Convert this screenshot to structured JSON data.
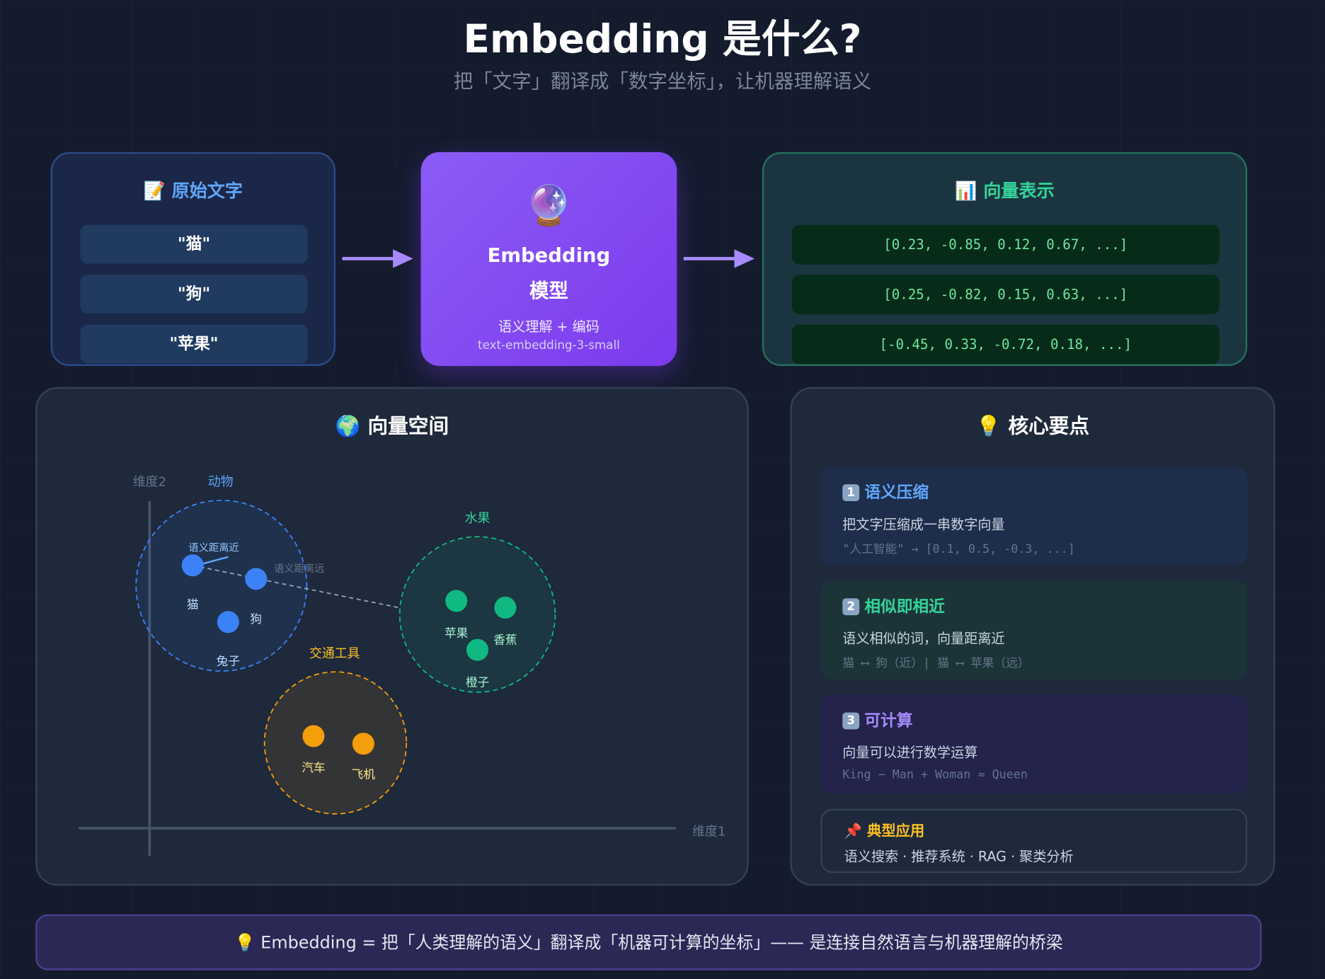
{
  "header": {
    "title": "Embedding 是什么?",
    "subtitle": "把「文字」翻译成「数字坐标」，让机器理解语义"
  },
  "input_box": {
    "icon": "memo-icon",
    "title": "原始文字",
    "words": [
      "\"猫\"",
      "\"狗\"",
      "\"苹果\""
    ]
  },
  "model_box": {
    "icon": "crystal-ball-icon",
    "title_line1": "Embedding",
    "title_line2": "模型",
    "desc": "语义理解 + 编码",
    "model_name": "text-embedding-3-small"
  },
  "vector_box": {
    "icon": "bar-chart-icon",
    "title": "向量表示",
    "vectors": [
      "[0.23, -0.85, 0.12, 0.67, ...]",
      "[0.25, -0.82, 0.15, 0.63, ...]",
      "[-0.45, 0.33, -0.72, 0.18, ...]"
    ]
  },
  "vector_space": {
    "icon": "globe-icon",
    "title": "向量空间",
    "axis_x": "维度1",
    "axis_y": "维度2",
    "groups": {
      "animals": "动物",
      "fruits": "水果",
      "vehicles": "交通工具"
    },
    "points": {
      "cat": "猫",
      "dog": "狗",
      "rabbit": "兔子",
      "apple": "苹果",
      "banana": "香蕉",
      "orange": "橙子",
      "car": "汽车",
      "plane": "飞机"
    },
    "near_label": "语义距离近",
    "far_label": "语义距离远",
    "colors": {
      "animals": "#3b82f6",
      "fruits": "#10b981",
      "vehicles": "#f59e0b"
    }
  },
  "key_points": {
    "icon": "light-bulb-icon",
    "title": "核心要点",
    "items": [
      {
        "num": "1",
        "title": "语义压缩",
        "desc": "把文字压缩成一串数字向量",
        "code": "\"人工智能\" → [0.1, 0.5, -0.3, ...]",
        "color": "#60a5fa"
      },
      {
        "num": "2",
        "title": "相似即相近",
        "desc": "语义相似的词，向量距离近",
        "code": "猫 ⟷ 狗（近）| 猫 ⟷ 苹果（远）",
        "color": "#34d399"
      },
      {
        "num": "3",
        "title": "可计算",
        "desc": "向量可以进行数学运算",
        "code": "King − Man + Woman ≈ Queen",
        "color": "#a78bfa"
      }
    ],
    "apps": {
      "icon": "pushpin-icon",
      "title": "典型应用",
      "list": "语义搜索 · 推荐系统 · RAG · 聚类分析"
    }
  },
  "footer": {
    "icon": "light-bulb-icon",
    "text": "Embedding = 把「人类理解的语义」翻译成「机器可计算的坐标」—— 是连接自然语言与机器理解的桥梁"
  }
}
